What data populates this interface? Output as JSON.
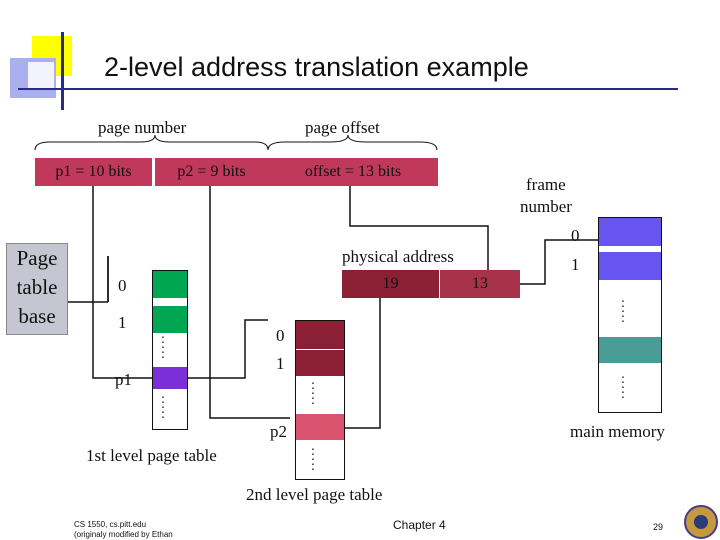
{
  "slide": {
    "title": "2-level address translation example",
    "page_number_label": "page number",
    "page_offset_label": "page offset",
    "p1_field": "p1 = 10 bits",
    "p2_field": "p2 = 9 bits",
    "offset_field": "offset = 13 bits",
    "ptb_line1": "Page",
    "ptb_line2": "table",
    "ptb_line3": "base",
    "l1_idx0": "0",
    "l1_idx1": "1",
    "l1_p1": "p1",
    "l1_caption": "1st level page table",
    "l2_idx0": "0",
    "l2_idx1": "1",
    "l2_p2": "p2",
    "l2_caption": "2nd level page table",
    "physical_address_label": "physical address",
    "pa_frame_value": "19",
    "pa_offset_value": "13",
    "frame_number_line1": "frame",
    "frame_number_line2": "number",
    "mm_idx0": "0",
    "mm_idx1": "1",
    "mm_caption": "main memory",
    "footer_line1": "CS 1550, cs.pitt.edu",
    "footer_line2": "(originaly modified by Ethan",
    "chapter": "Chapter 4",
    "page_num": "29"
  },
  "colors": {
    "field_fill": "#c0395a",
    "pa_frame": "#8b2035",
    "pa_offset": "#a8324a",
    "l1_green": "#00a651",
    "l1_purple": "#7b2fd6",
    "l2_maroon": "#8b2035",
    "l2_pink": "#d9536f",
    "mm_blue": "#6655ee",
    "mm_teal": "#4a9c96"
  }
}
